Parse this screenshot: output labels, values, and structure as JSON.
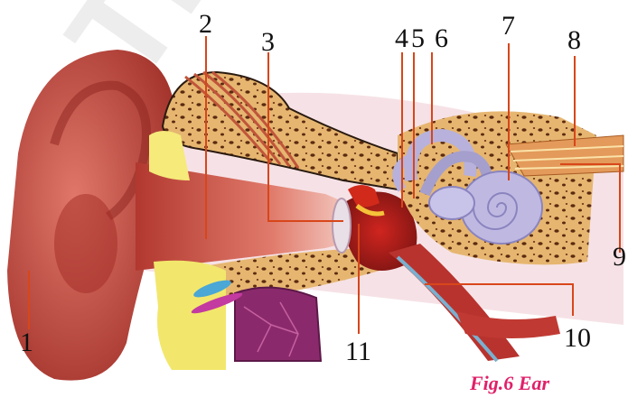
{
  "figure": {
    "caption": "Fig.6 Ear",
    "callouts": [
      "1",
      "2",
      "3",
      "4",
      "5",
      "6",
      "7",
      "8",
      "9",
      "10",
      "11"
    ]
  },
  "watermark": {
    "text": "Tnclass"
  },
  "colors": {
    "outer_ear": "#c2473c",
    "canal": "#d86a5c",
    "bone": "#e8b97a",
    "bone_speckle": "#5a2a10",
    "inner_ear": "#b7b1dc",
    "nerve": "#e39a5a",
    "tube": "#b8332e",
    "leader": "#d8461a",
    "caption": "#e0206a"
  }
}
